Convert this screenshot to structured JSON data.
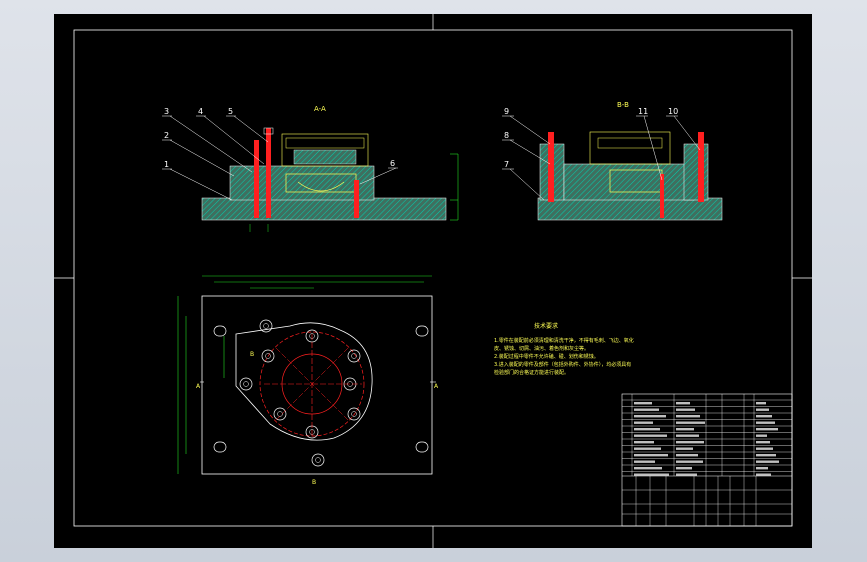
{
  "colors": {
    "background": "#000000",
    "frame": "#ffffff",
    "body_fill": "#3f6f5f",
    "hatch": "#00d0b0",
    "red_part": "#ff2020",
    "yellow": "#ffff55",
    "magenta": "#ff44ff",
    "green_dim": "#22dd22",
    "plan_line": "#ffffff"
  },
  "section_views": {
    "left_title": "A-A",
    "right_title": "B-B"
  },
  "balloons": {
    "left": [
      "1",
      "2",
      "3",
      "4",
      "5",
      "6"
    ],
    "right": [
      "7",
      "8",
      "9",
      "10",
      "11"
    ]
  },
  "plan_view": {
    "label_a": "A",
    "label_b": "B"
  },
  "notes": {
    "title": "技术要求",
    "lines": [
      "1.零件在装配前必须清理和清洗干净，不得有毛刺、飞边、氧化",
      "皮、锈蚀、切屑、油污、着色剂和灰尘等。",
      "2.装配过程中零件不允许磕、碰、划伤和锈蚀。",
      "3.进入装配的零件及部件（包括外购件、外协件），均必须具有",
      "检验部门的合格证方能进行装配。"
    ]
  }
}
